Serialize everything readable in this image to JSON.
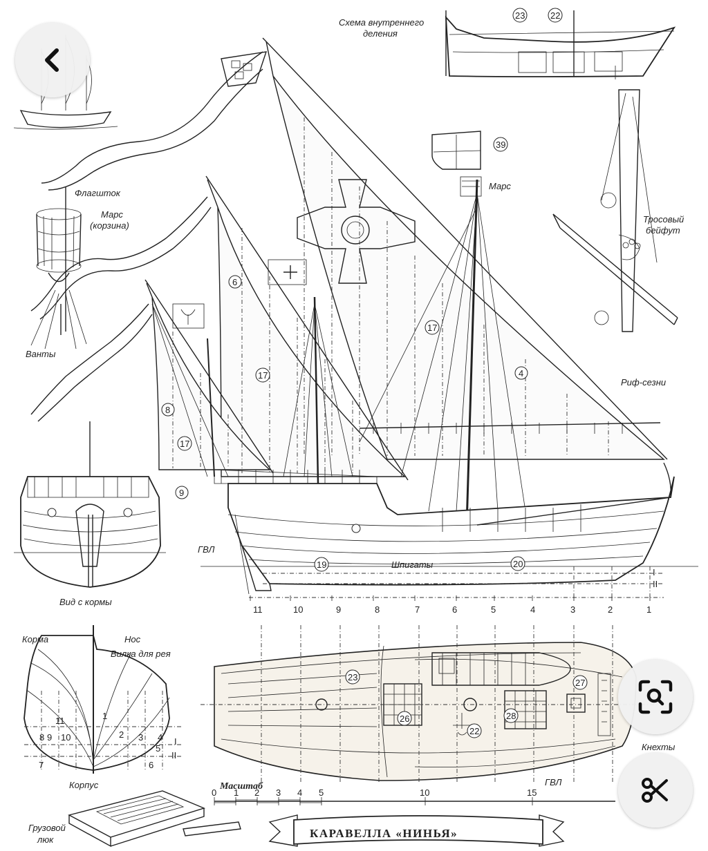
{
  "controls": {
    "back": {
      "icon": "chevron-left-icon"
    },
    "lens": {
      "icon": "visual-search-icon"
    },
    "cut": {
      "icon": "scissors-icon"
    }
  },
  "drawing": {
    "title": "КАРАВЕЛЛА «НИНЬЯ»",
    "labels": {
      "internal_scheme": [
        "Схема внутреннего",
        "деления"
      ],
      "flagpole": "Флагшток",
      "top_basket": [
        "Марс",
        "(корзина)"
      ],
      "shrouds": "Ванты",
      "mars": "Марс",
      "rope_beifut": [
        "Тросовый",
        "бейфут"
      ],
      "reef_points": "Риф-сезни",
      "gvl": "ГВЛ",
      "scuppers": "Шпигаты",
      "stern_view": "Вид с кормы",
      "stern": "Корма",
      "bow": "Нос",
      "yard_fork": "Вилка для рея",
      "hull_body": "Корпус",
      "cargo_hatch": [
        "Грузовой",
        "люк"
      ],
      "bitts": "Кнехты",
      "gvl_plan": "ГВЛ",
      "scale": "Масштаб"
    },
    "callouts": {
      "c23_top": "23",
      "c22_top": "22",
      "c39": "39",
      "c6": "6",
      "c17a": "17",
      "c17b": "17",
      "c17c": "17",
      "c4": "4",
      "c8": "8",
      "c9": "9",
      "c19": "19",
      "c20": "20",
      "c23_plan": "23",
      "c26": "26",
      "c22_plan": "22",
      "c28": "28",
      "c27": "27"
    },
    "stations": [
      "11",
      "10",
      "9",
      "8",
      "7",
      "6",
      "5",
      "4",
      "3",
      "2",
      "1"
    ],
    "waterlines": [
      "I",
      "II"
    ],
    "body_numbers": [
      "11",
      "1",
      "8",
      "9",
      "10",
      "2",
      "3",
      "4",
      "5",
      "7",
      "6",
      "I",
      "II"
    ],
    "scale_ticks": [
      "0",
      "1",
      "2",
      "3",
      "4",
      "5",
      "10",
      "15"
    ]
  }
}
